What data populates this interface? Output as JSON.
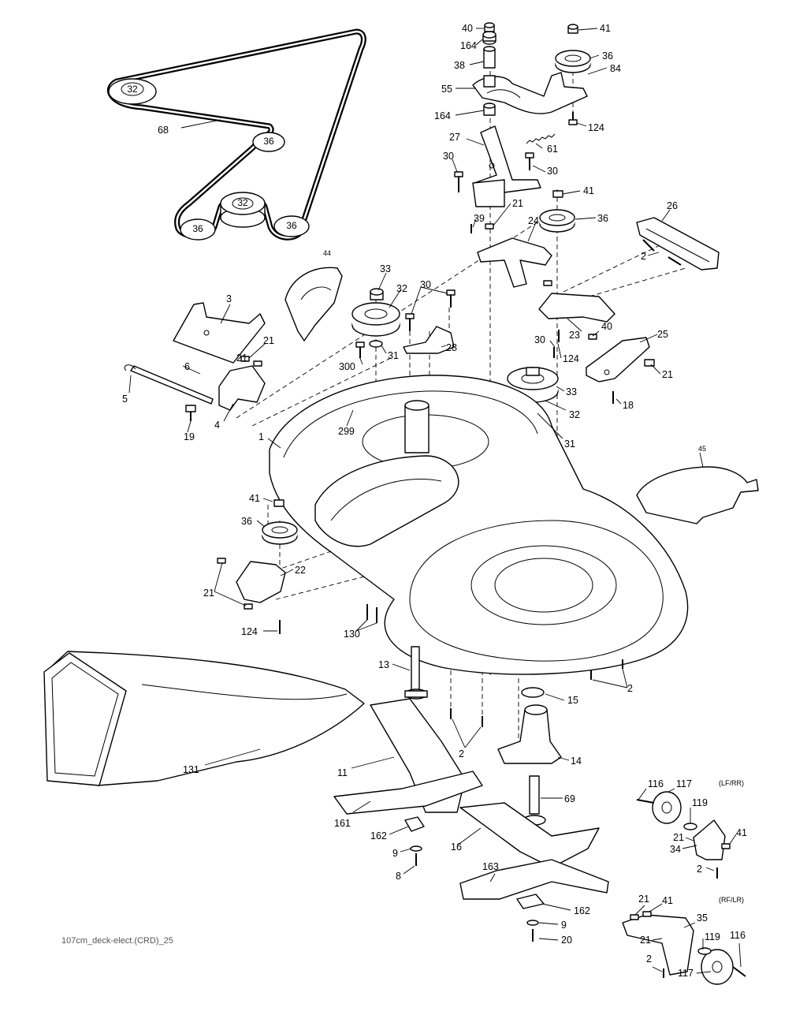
{
  "footer": {
    "drawing_code": "107cm_deck-elect.(CRD)_25"
  },
  "variants": {
    "front_wheel": "(LF/RR)",
    "rear_wheel": "(RF/LR)"
  },
  "belt_pulleys": [
    "32",
    "36",
    "32",
    "36",
    "36"
  ],
  "callouts": [
    {
      "id": "c40a",
      "text": "40"
    },
    {
      "id": "c164a",
      "text": "164"
    },
    {
      "id": "c38",
      "text": "38"
    },
    {
      "id": "c55",
      "text": "55"
    },
    {
      "id": "c164b",
      "text": "164"
    },
    {
      "id": "c41a",
      "text": "41"
    },
    {
      "id": "c36a",
      "text": "36"
    },
    {
      "id": "c84",
      "text": "84"
    },
    {
      "id": "c124a",
      "text": "124"
    },
    {
      "id": "c61",
      "text": "61"
    },
    {
      "id": "c27",
      "text": "27"
    },
    {
      "id": "c30a",
      "text": "30"
    },
    {
      "id": "c30b",
      "text": "30"
    },
    {
      "id": "c41b",
      "text": "41"
    },
    {
      "id": "c21a",
      "text": "21"
    },
    {
      "id": "c39",
      "text": "39"
    },
    {
      "id": "c36b",
      "text": "36"
    },
    {
      "id": "c24",
      "text": "24"
    },
    {
      "id": "c26",
      "text": "26"
    },
    {
      "id": "c2a",
      "text": "2"
    },
    {
      "id": "c68",
      "text": "68"
    },
    {
      "id": "c44",
      "text": "44"
    },
    {
      "id": "c33a",
      "text": "33"
    },
    {
      "id": "c30c",
      "text": "30"
    },
    {
      "id": "c32a",
      "text": "32"
    },
    {
      "id": "c3",
      "text": "3"
    },
    {
      "id": "c21b",
      "text": "21"
    },
    {
      "id": "c21c",
      "text": "21"
    },
    {
      "id": "c28",
      "text": "28"
    },
    {
      "id": "c300",
      "text": "300"
    },
    {
      "id": "c31a",
      "text": "31"
    },
    {
      "id": "c40b",
      "text": "40"
    },
    {
      "id": "c23",
      "text": "23"
    },
    {
      "id": "c25",
      "text": "25"
    },
    {
      "id": "c30d",
      "text": "30"
    },
    {
      "id": "c124b",
      "text": "124"
    },
    {
      "id": "c21d",
      "text": "21"
    },
    {
      "id": "c6",
      "text": "6"
    },
    {
      "id": "c5",
      "text": "5"
    },
    {
      "id": "c4",
      "text": "4"
    },
    {
      "id": "c19",
      "text": "19"
    },
    {
      "id": "c299",
      "text": "299"
    },
    {
      "id": "c33b",
      "text": "33"
    },
    {
      "id": "c32b",
      "text": "32"
    },
    {
      "id": "c18",
      "text": "18"
    },
    {
      "id": "c31b",
      "text": "31"
    },
    {
      "id": "c1",
      "text": "1"
    },
    {
      "id": "c45",
      "text": "45"
    },
    {
      "id": "c41c",
      "text": "41"
    },
    {
      "id": "c36c",
      "text": "36"
    },
    {
      "id": "c22",
      "text": "22"
    },
    {
      "id": "c21e",
      "text": "21"
    },
    {
      "id": "c124c",
      "text": "124"
    },
    {
      "id": "c130",
      "text": "130"
    },
    {
      "id": "c13",
      "text": "13"
    },
    {
      "id": "c2b",
      "text": "2"
    },
    {
      "id": "c15",
      "text": "15"
    },
    {
      "id": "c2c",
      "text": "2"
    },
    {
      "id": "c14",
      "text": "14"
    },
    {
      "id": "c131",
      "text": "131"
    },
    {
      "id": "c11",
      "text": "11"
    },
    {
      "id": "c69",
      "text": "69"
    },
    {
      "id": "c116a",
      "text": "116"
    },
    {
      "id": "c117a",
      "text": "117"
    },
    {
      "id": "c119a",
      "text": "119"
    },
    {
      "id": "c21f",
      "text": "21"
    },
    {
      "id": "c41d",
      "text": "41"
    },
    {
      "id": "c34",
      "text": "34"
    },
    {
      "id": "c2d",
      "text": "2"
    },
    {
      "id": "c161",
      "text": "161"
    },
    {
      "id": "c162a",
      "text": "162"
    },
    {
      "id": "c16",
      "text": "16"
    },
    {
      "id": "c9a",
      "text": "9"
    },
    {
      "id": "c8",
      "text": "8"
    },
    {
      "id": "c163",
      "text": "163"
    },
    {
      "id": "c162b",
      "text": "162"
    },
    {
      "id": "c9b",
      "text": "9"
    },
    {
      "id": "c20",
      "text": "20"
    },
    {
      "id": "c21g",
      "text": "21"
    },
    {
      "id": "c41e",
      "text": "41"
    },
    {
      "id": "c35",
      "text": "35"
    },
    {
      "id": "c21h",
      "text": "21"
    },
    {
      "id": "c119b",
      "text": "119"
    },
    {
      "id": "c116b",
      "text": "116"
    },
    {
      "id": "c2e",
      "text": "2"
    },
    {
      "id": "c117b",
      "text": "117"
    }
  ]
}
